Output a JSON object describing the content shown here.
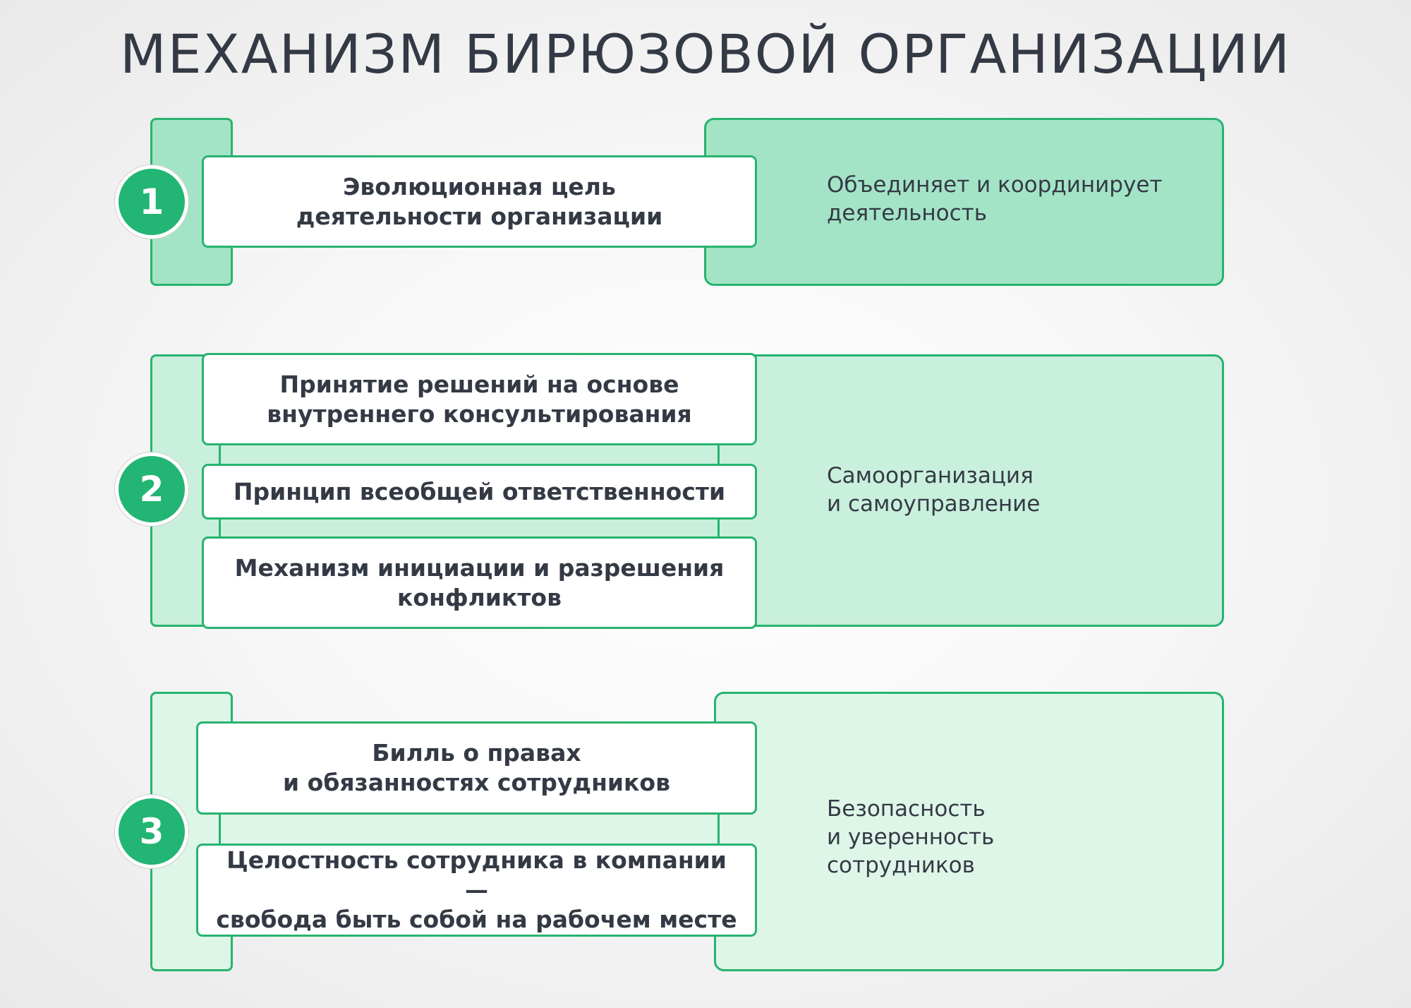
{
  "title": "МЕХАНИЗМ БИРЮЗОВОЙ ОРГАНИЗАЦИИ",
  "colors": {
    "accent": "#22b573",
    "border": "#27b36f",
    "group1_fill": "#a4e4c6",
    "group2_fill": "#c9f0dc",
    "group3_fill": "#def6e8",
    "text": "#343a45"
  },
  "groups": [
    {
      "number": "1",
      "items": [
        "Эволюционная цель\nдеятельности организации"
      ],
      "description": "Объединяет и координирует\nдеятельность"
    },
    {
      "number": "2",
      "items": [
        "Принятие решений на основе\nвнутреннего консультирования",
        "Принцип всеобщей ответственности",
        "Механизм инициации и разрешения\nконфликтов"
      ],
      "description": "Самоорганизация\nи самоуправление"
    },
    {
      "number": "3",
      "items": [
        "Билль о правах\nи обязанностях сотрудников",
        "Целостность сотрудника в компании —\nсвобода быть собой на рабочем месте"
      ],
      "description": "Безопасность\nи уверенность\nсотрудников"
    }
  ]
}
